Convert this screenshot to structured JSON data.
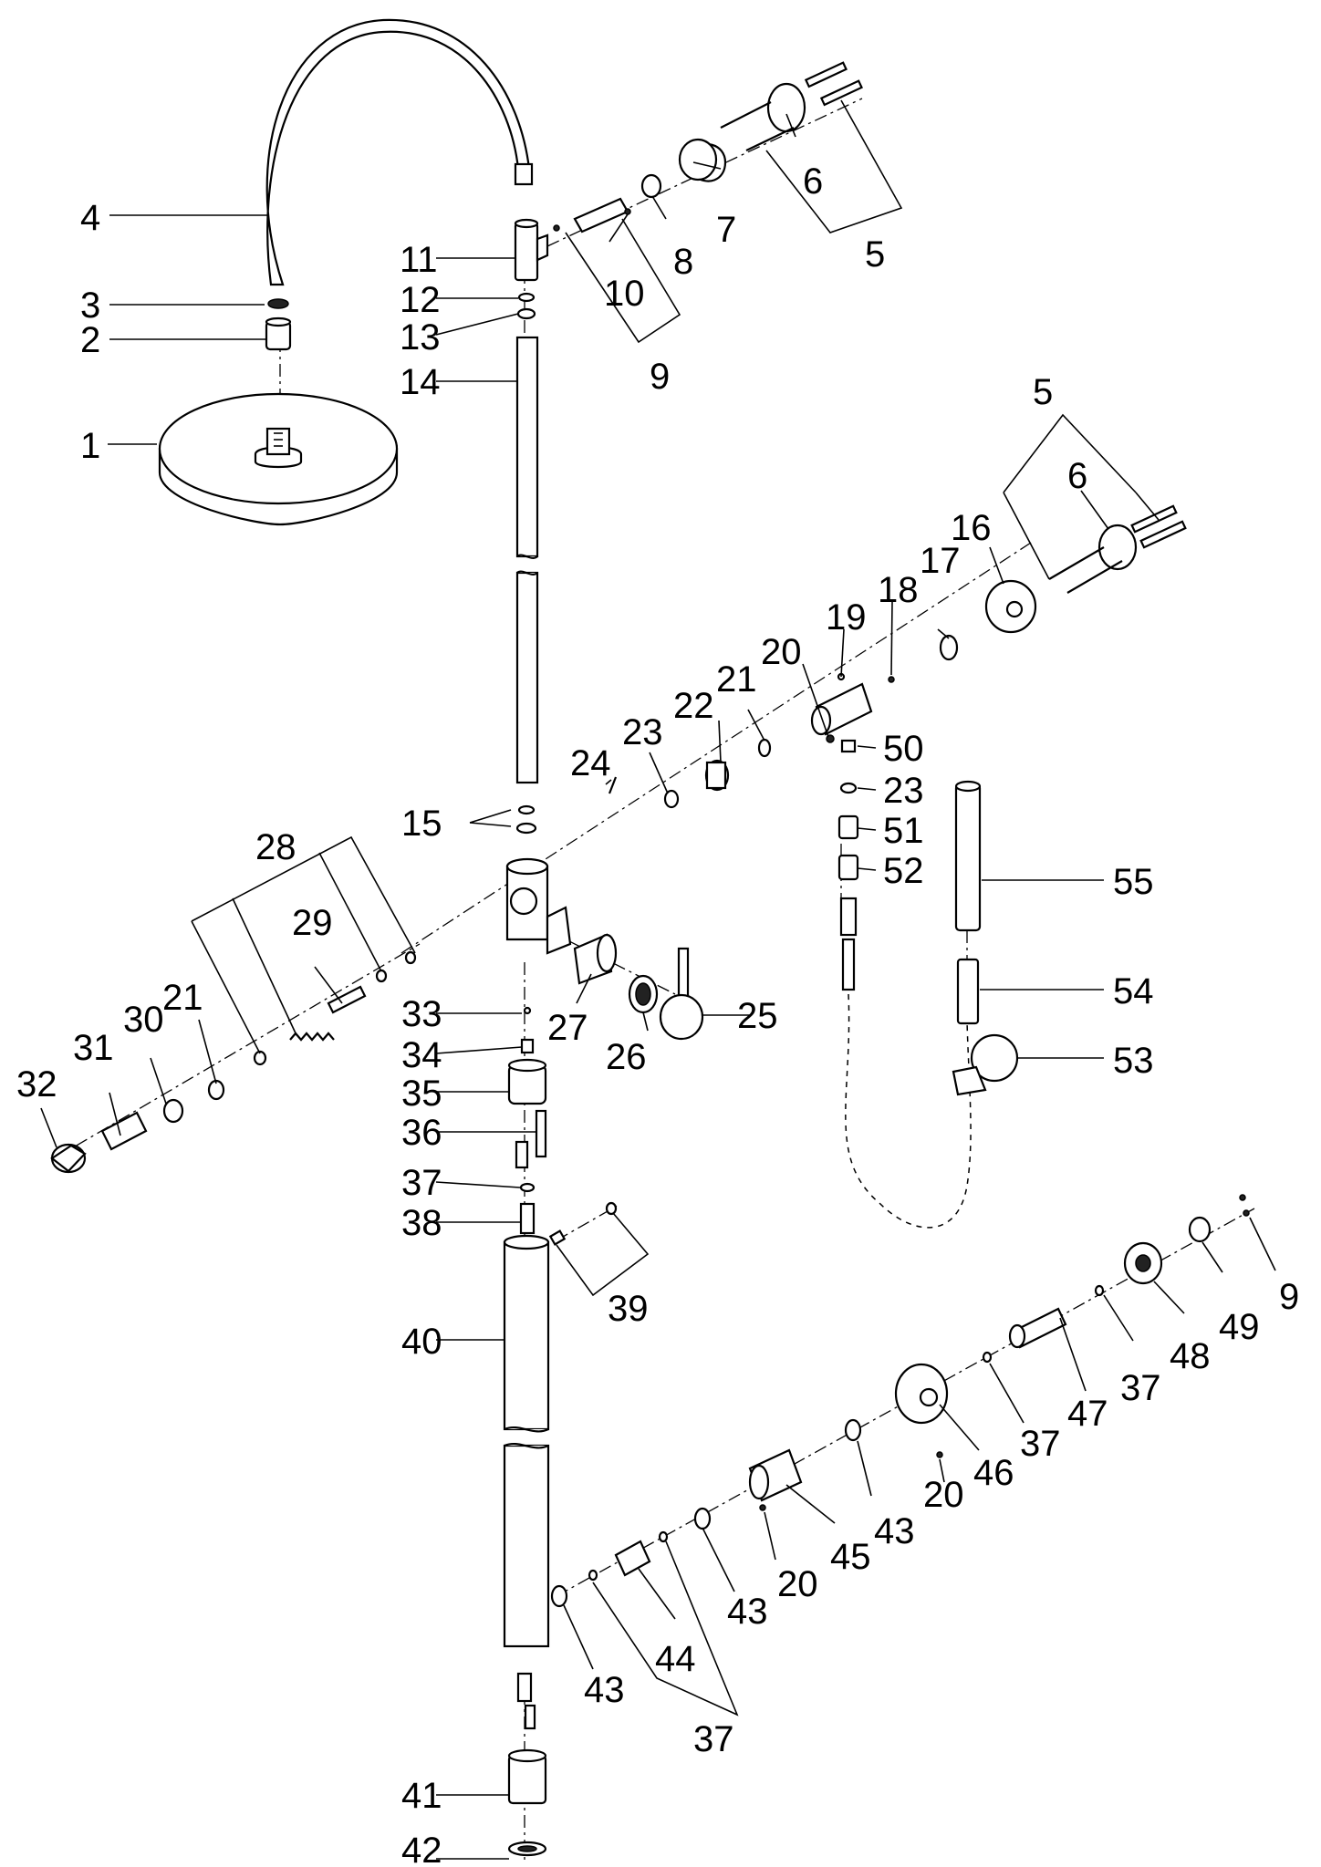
{
  "diagram": {
    "type": "exploded-parts-drawing",
    "callouts": [
      {
        "id": "c1",
        "text": "1"
      },
      {
        "id": "c2",
        "text": "2"
      },
      {
        "id": "c3",
        "text": "3"
      },
      {
        "id": "c4",
        "text": "4"
      },
      {
        "id": "c5a",
        "text": "5"
      },
      {
        "id": "c6a",
        "text": "6"
      },
      {
        "id": "c7",
        "text": "7"
      },
      {
        "id": "c8",
        "text": "8"
      },
      {
        "id": "c9a",
        "text": "9"
      },
      {
        "id": "c10",
        "text": "10"
      },
      {
        "id": "c11",
        "text": "11"
      },
      {
        "id": "c12",
        "text": "12"
      },
      {
        "id": "c13",
        "text": "13"
      },
      {
        "id": "c14",
        "text": "14"
      },
      {
        "id": "c5b",
        "text": "5"
      },
      {
        "id": "c6b",
        "text": "6"
      },
      {
        "id": "c16",
        "text": "16"
      },
      {
        "id": "c17",
        "text": "17"
      },
      {
        "id": "c18",
        "text": "18"
      },
      {
        "id": "c19",
        "text": "19"
      },
      {
        "id": "c20a",
        "text": "20"
      },
      {
        "id": "c21a",
        "text": "21"
      },
      {
        "id": "c22",
        "text": "22"
      },
      {
        "id": "c23a",
        "text": "23"
      },
      {
        "id": "c24",
        "text": "24"
      },
      {
        "id": "c50",
        "text": "50"
      },
      {
        "id": "c23b",
        "text": "23"
      },
      {
        "id": "c51",
        "text": "51"
      },
      {
        "id": "c52",
        "text": "52"
      },
      {
        "id": "c15",
        "text": "15"
      },
      {
        "id": "c28",
        "text": "28"
      },
      {
        "id": "c29",
        "text": "29"
      },
      {
        "id": "c55",
        "text": "55"
      },
      {
        "id": "c54",
        "text": "54"
      },
      {
        "id": "c25",
        "text": "25"
      },
      {
        "id": "c33",
        "text": "33"
      },
      {
        "id": "c27",
        "text": "27"
      },
      {
        "id": "c26",
        "text": "26"
      },
      {
        "id": "c34",
        "text": "34"
      },
      {
        "id": "c30",
        "text": "30"
      },
      {
        "id": "c21b",
        "text": "21"
      },
      {
        "id": "c31",
        "text": "31"
      },
      {
        "id": "c32",
        "text": "32"
      },
      {
        "id": "c35",
        "text": "35"
      },
      {
        "id": "c53",
        "text": "53"
      },
      {
        "id": "c36",
        "text": "36"
      },
      {
        "id": "c37a",
        "text": "37"
      },
      {
        "id": "c38",
        "text": "38"
      },
      {
        "id": "c39",
        "text": "39"
      },
      {
        "id": "c9b",
        "text": "9"
      },
      {
        "id": "c40",
        "text": "40"
      },
      {
        "id": "c49",
        "text": "49"
      },
      {
        "id": "c48",
        "text": "48"
      },
      {
        "id": "c37b",
        "text": "37"
      },
      {
        "id": "c47",
        "text": "47"
      },
      {
        "id": "c37c",
        "text": "37"
      },
      {
        "id": "c46",
        "text": "46"
      },
      {
        "id": "c20b",
        "text": "20"
      },
      {
        "id": "c43a",
        "text": "43"
      },
      {
        "id": "c45",
        "text": "45"
      },
      {
        "id": "c20c",
        "text": "20"
      },
      {
        "id": "c43b",
        "text": "43"
      },
      {
        "id": "c44",
        "text": "44"
      },
      {
        "id": "c43c",
        "text": "43"
      },
      {
        "id": "c37d",
        "text": "37"
      },
      {
        "id": "c41",
        "text": "41"
      },
      {
        "id": "c42",
        "text": "42"
      }
    ]
  }
}
